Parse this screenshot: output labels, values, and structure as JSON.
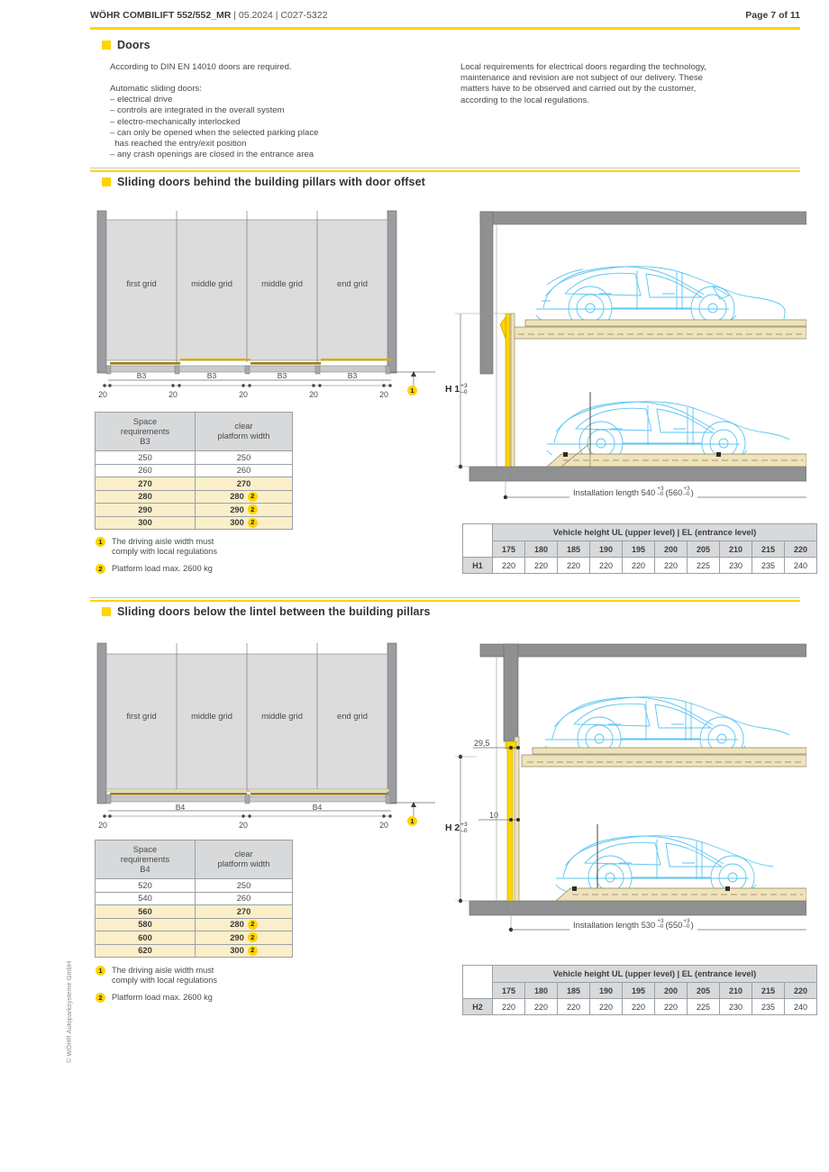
{
  "header": {
    "product": "WÖHR COMBILIFT 552/552_MR",
    "sep1": " | ",
    "date": "05.2024",
    "sep2": " | ",
    "docref": "C027-5322",
    "page": "Page 7 of 11"
  },
  "doors": {
    "title": "Doors",
    "intro": "According to DIN EN 14010 doors are required.",
    "list_title": "Automatic sliding doors:",
    "items": [
      "– electrical drive",
      "– controls are integrated in the overall system",
      "– electro-mechanically interlocked",
      "– can only be opened when the selected parking place",
      "  has reached the entry/exit position",
      "– any crash openings are closed in the entrance area"
    ],
    "right_note": [
      "Local requirements for electrical doors regarding the technology,",
      "maintenance and revision are not subject of our delivery. These",
      "matters have to be observed and carried out by the customer,",
      "according to the local regulations."
    ]
  },
  "section1": {
    "title": "Sliding doors behind the building pillars with door offset",
    "plan": {
      "grids": [
        "first grid",
        "middle grid",
        "middle grid",
        "end grid"
      ],
      "span_labels": [
        "B3",
        "B3",
        "B3",
        "B3"
      ],
      "edge_labels": [
        "20",
        "20",
        "20",
        "20",
        "20"
      ],
      "aisle_badge": "1"
    },
    "elevation": {
      "height_label": "H 1",
      "tol_plus": "+3",
      "tol_minus": "–0",
      "install_length": "Installation length 540",
      "install_plus": "+3",
      "install_minus": "–0",
      "install_alt_open": "(560",
      "install_alt_plus": "+3",
      "install_alt_minus": "–0",
      "install_alt_close": ")"
    },
    "space_table": {
      "col1": [
        "Space",
        "requirements",
        "B3"
      ],
      "col2": [
        "clear",
        "platform width"
      ],
      "rows": [
        {
          "b": "250",
          "w": "250",
          "badge": "",
          "hl": false
        },
        {
          "b": "260",
          "w": "260",
          "badge": "",
          "hl": false
        },
        {
          "b": "270",
          "w": "270",
          "badge": "",
          "hl": true
        },
        {
          "b": "280",
          "w": "280",
          "badge": "2",
          "hl": true
        },
        {
          "b": "290",
          "w": "290",
          "badge": "2",
          "hl": true
        },
        {
          "b": "300",
          "w": "300",
          "badge": "2",
          "hl": true
        }
      ]
    },
    "footnotes": [
      {
        "n": "1",
        "lines": [
          "The driving aisle width must",
          "comply with local regulations"
        ]
      },
      {
        "n": "2",
        "lines": [
          "Platform load max. 2600 kg"
        ]
      }
    ],
    "vehicle_table": {
      "title": "Vehicle height UL (upper level) | EL (entrance level)",
      "row_header": "H1",
      "columns": [
        "175",
        "180",
        "185",
        "190",
        "195",
        "200",
        "205",
        "210",
        "215",
        "220"
      ],
      "values": [
        "220",
        "220",
        "220",
        "220",
        "220",
        "220",
        "225",
        "230",
        "235",
        "240"
      ]
    }
  },
  "section2": {
    "title": "Sliding doors below the lintel between the building pillars",
    "plan": {
      "grids": [
        "first grid",
        "middle grid",
        "middle grid",
        "end grid"
      ],
      "span_labels": [
        "B4",
        "B4"
      ],
      "edge_labels": [
        "20",
        "20",
        "20"
      ],
      "aisle_badge": "1"
    },
    "elevation": {
      "height_label": "H 2",
      "tol_plus": "+3",
      "tol_minus": "–0",
      "dim_top": "29,5",
      "dim_mid": "10",
      "install_length": "Installation length 530",
      "install_plus": "+3",
      "install_minus": "–0",
      "install_alt_open": "(550",
      "install_alt_plus": "+3",
      "install_alt_minus": "–0",
      "install_alt_close": ")"
    },
    "space_table": {
      "col1": [
        "Space",
        "requirements",
        "B4"
      ],
      "col2": [
        "clear",
        "platform width"
      ],
      "rows": [
        {
          "b": "520",
          "w": "250",
          "badge": "",
          "hl": false
        },
        {
          "b": "540",
          "w": "260",
          "badge": "",
          "hl": false
        },
        {
          "b": "560",
          "w": "270",
          "badge": "",
          "hl": true
        },
        {
          "b": "580",
          "w": "280",
          "badge": "2",
          "hl": true
        },
        {
          "b": "600",
          "w": "290",
          "badge": "2",
          "hl": true
        },
        {
          "b": "620",
          "w": "300",
          "badge": "2",
          "hl": true
        }
      ]
    },
    "footnotes": [
      {
        "n": "1",
        "lines": [
          "The driving aisle width must",
          "comply with local regulations"
        ]
      },
      {
        "n": "2",
        "lines": [
          "Platform load max. 2600 kg"
        ]
      }
    ],
    "vehicle_table": {
      "title": "Vehicle height UL (upper level) | EL (entrance level)",
      "row_header": "H2",
      "columns": [
        "175",
        "180",
        "185",
        "190",
        "195",
        "200",
        "205",
        "210",
        "215",
        "220"
      ],
      "values": [
        "220",
        "220",
        "220",
        "220",
        "220",
        "220",
        "225",
        "230",
        "235",
        "240"
      ]
    }
  },
  "footer": {
    "copyright": "© WÖHR Autoparksysteme GmbH"
  },
  "colors": {
    "accent": "#FFD400",
    "highlight_row": "#FBEFC9",
    "table_header": "#D7D9DB",
    "concrete": "#8E9092",
    "car_blue": "#5BC5F2",
    "platform": "#EFE3BC"
  }
}
